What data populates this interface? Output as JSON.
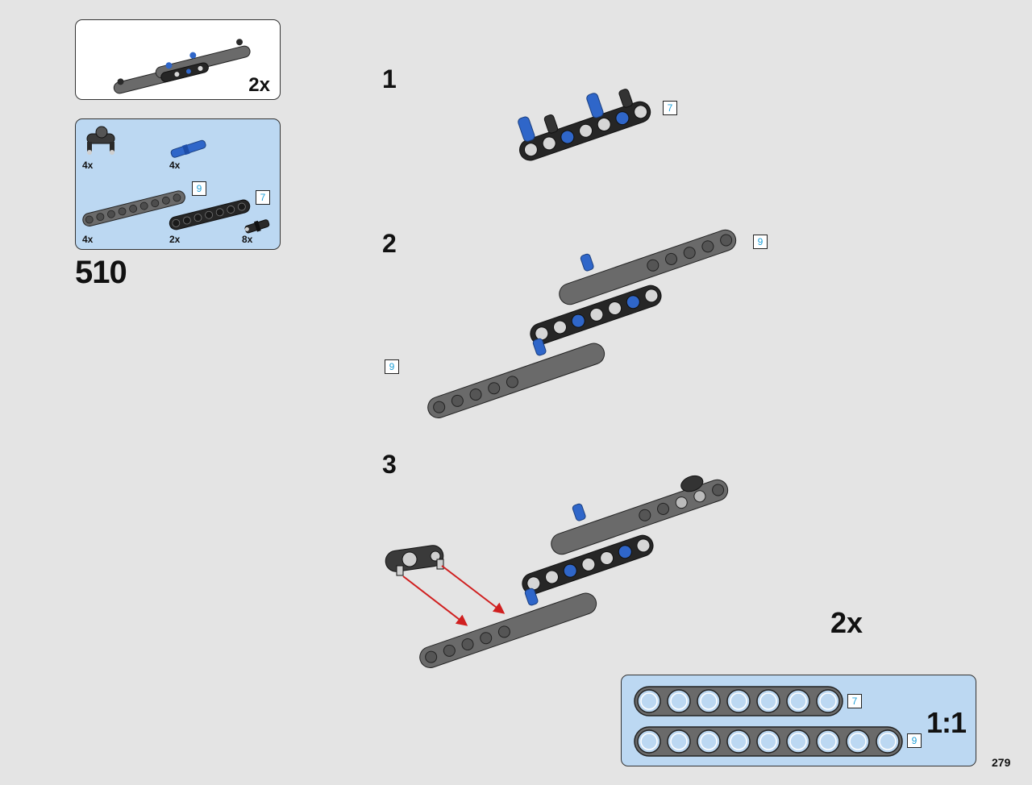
{
  "sub_assembly": {
    "multiplier": "2x"
  },
  "parts_list": {
    "parts": [
      {
        "qty": "4x",
        "name": "black-pin-connector-icon"
      },
      {
        "qty": "4x",
        "name": "blue-axle-pin-icon"
      },
      {
        "qty": "4x",
        "length": "9"
      },
      {
        "qty": "2x",
        "length": "7"
      },
      {
        "qty": "8x",
        "name": "black-friction-pin-icon"
      }
    ]
  },
  "main_step_number": "510",
  "steps": [
    {
      "number": "1",
      "beam_length": "7"
    },
    {
      "number": "2",
      "beam_length_top": "9",
      "beam_length_bottom": "9"
    },
    {
      "number": "3"
    }
  ],
  "assembly_multiplier": "2x",
  "scale_box": {
    "ratio": "1:1",
    "beams": [
      {
        "length": "7",
        "holes": 7
      },
      {
        "length": "9",
        "holes": 9
      }
    ]
  },
  "page_number": "279",
  "colors": {
    "beam_gray": "#6a6a6a",
    "beam_black": "#262626",
    "pin_blue": "#2f66c9",
    "callout_blue": "#bcd8f2",
    "arrow_red": "#d01f1f",
    "tag_text": "#1d9fd8"
  }
}
